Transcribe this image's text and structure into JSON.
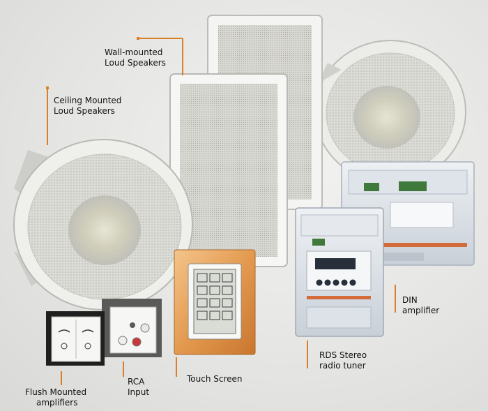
{
  "accent_color": "#d97f2a",
  "labels": {
    "wall_speakers": [
      "Wall-mounted",
      "Loud Speakers"
    ],
    "ceiling_speakers": [
      "Ceiling Mounted",
      "Loud Speakers"
    ],
    "din_amplifier": [
      "DIN",
      "amplifier"
    ],
    "rds_tuner": [
      "RDS Stereo",
      "radio tuner"
    ],
    "touch_screen": [
      "Touch Screen"
    ],
    "rca_input": [
      "RCA",
      "Input"
    ],
    "flush_amplifiers": [
      "Flush Mounted",
      "amplifiers"
    ]
  }
}
